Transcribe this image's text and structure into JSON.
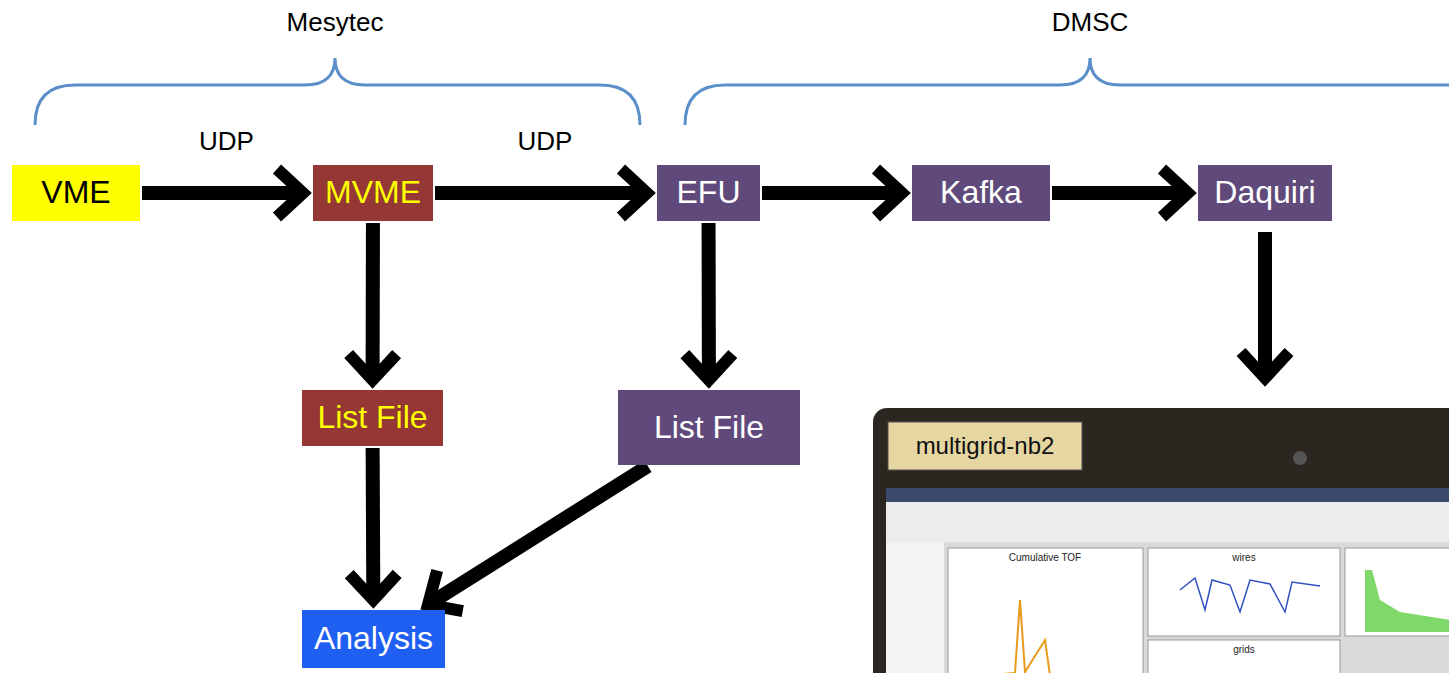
{
  "diagram": {
    "nodes": [
      {
        "text": [
          "VME"
        ]
      },
      {
        "text": [
          "MVME"
        ]
      },
      {
        "text": [
          "EFU"
        ]
      },
      {
        "text": [
          "Kafka"
        ]
      },
      {
        "text": [
          "Daquiri"
        ]
      },
      {
        "text": [
          "List File"
        ]
      },
      {
        "text": [
          "List File"
        ]
      },
      {
        "text": [
          "Analysis"
        ]
      }
    ],
    "edges": [
      {
        "from": 0,
        "to": 1,
        "label": "UDP",
        "arrow": "to"
      },
      {
        "from": 1,
        "to": 2,
        "label": "UDP",
        "arrow": "to"
      },
      {
        "from": 2,
        "to": 3,
        "arrow": "to"
      },
      {
        "from": 3,
        "to": 4,
        "arrow": "to"
      },
      {
        "from": 1,
        "to": 5,
        "arrow": "to"
      },
      {
        "from": 2,
        "to": 6,
        "arrow": "to"
      },
      {
        "from": 5,
        "to": 7,
        "arrow": "to"
      },
      {
        "from": 6,
        "to": 7,
        "arrow": "to"
      }
    ],
    "labels": [
      "Mesytec",
      "DMSC",
      "multigrid-nb2",
      "Cumulative TOF",
      "wires",
      "grids"
    ]
  }
}
